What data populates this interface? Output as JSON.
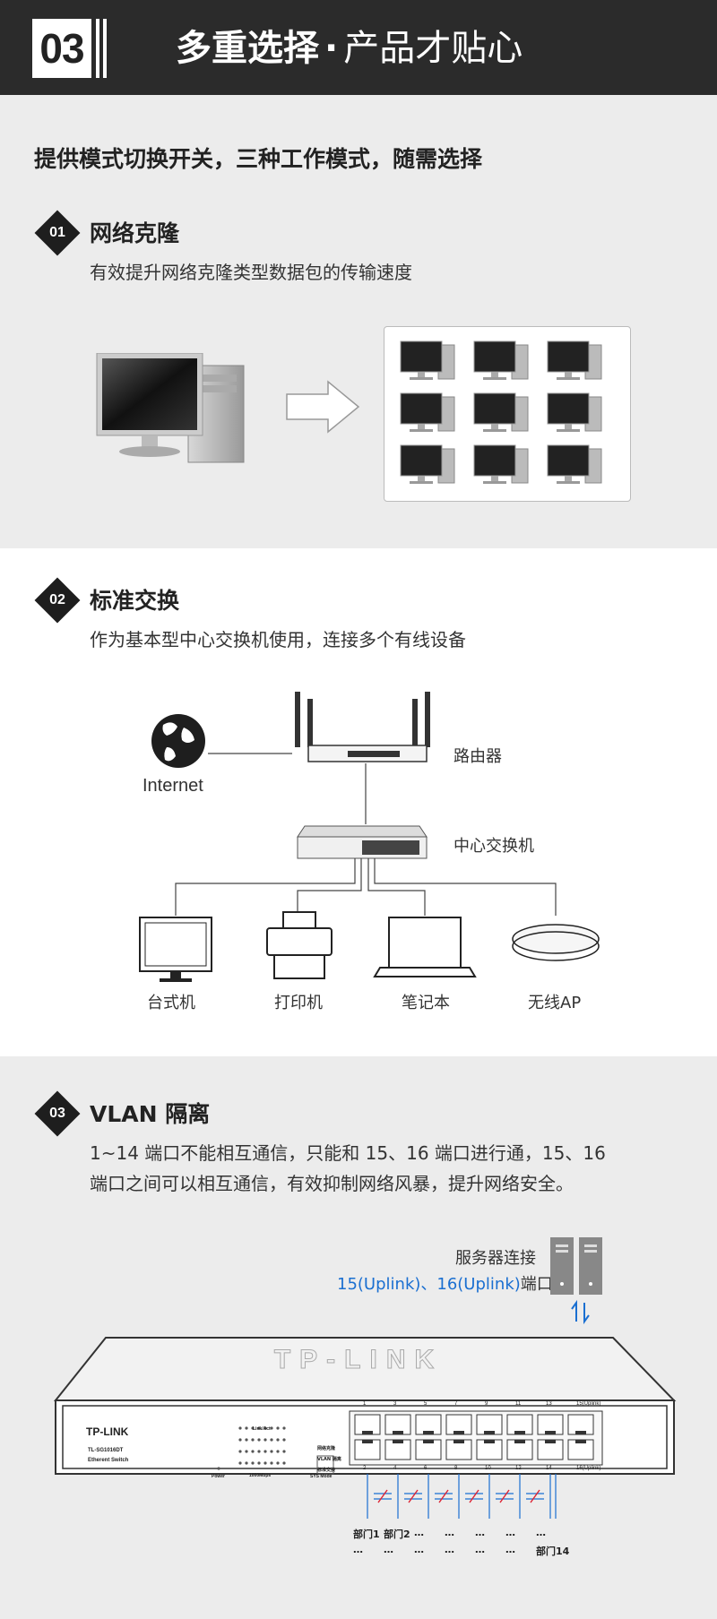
{
  "header": {
    "number": "03",
    "title_bold": "多重选择",
    "separator": "·",
    "title_light": "产品才贴心"
  },
  "intro": "提供模式切换开关，三种工作模式，随需选择",
  "sections": [
    {
      "badge": "01",
      "title": "网络克隆",
      "desc": "有效提升网络克隆类型数据包的传输速度"
    },
    {
      "badge": "02",
      "title": "标准交换",
      "desc": "作为基本型中心交换机使用，连接多个有线设备"
    },
    {
      "badge": "03",
      "title": "VLAN 隔离",
      "desc_line1": "1~14 端口不能相互通信，只能和 15、16 端口进行通，15、16",
      "desc_line2": "端口之间可以相互通信，有效抑制网络风暴，提升网络安全。"
    }
  ],
  "topology": {
    "internet": "Internet",
    "router": "路由器",
    "switch": "中心交换机",
    "devices": [
      "台式机",
      "打印机",
      "笔记本",
      "无线AP"
    ]
  },
  "vlan": {
    "server_label": "服务器连接",
    "uplink_blue": "15(Uplink)、16(Uplink)",
    "uplink_tail": "端口",
    "brand": "TP-LINK",
    "model": "TL-SG1016DT",
    "model_desc": "Etherent Switch",
    "power": "Power",
    "link_act": "Link/Act",
    "speed": "1000Mbps",
    "mode_items": [
      "网络克隆",
      "VLAN 隔离",
      "标准交换"
    ],
    "sys_mode": "SYS Mode",
    "top_ports": [
      "1",
      "3",
      "5",
      "7",
      "9",
      "11",
      "13",
      "15(Uplink)"
    ],
    "bottom_ports": [
      "2",
      "4",
      "6",
      "8",
      "10",
      "12",
      "14",
      "16(Uplink)"
    ],
    "dept_row1": [
      "部门1",
      "部门2",
      "…",
      "…",
      "…",
      "…",
      "…"
    ],
    "dept_row2": [
      "…",
      "…",
      "…",
      "…",
      "…",
      "…",
      "部门14"
    ]
  },
  "colors": {
    "header_bg": "#2b2b2b",
    "section_gray": "#ececec",
    "accent_blue": "#1a6fd1"
  }
}
